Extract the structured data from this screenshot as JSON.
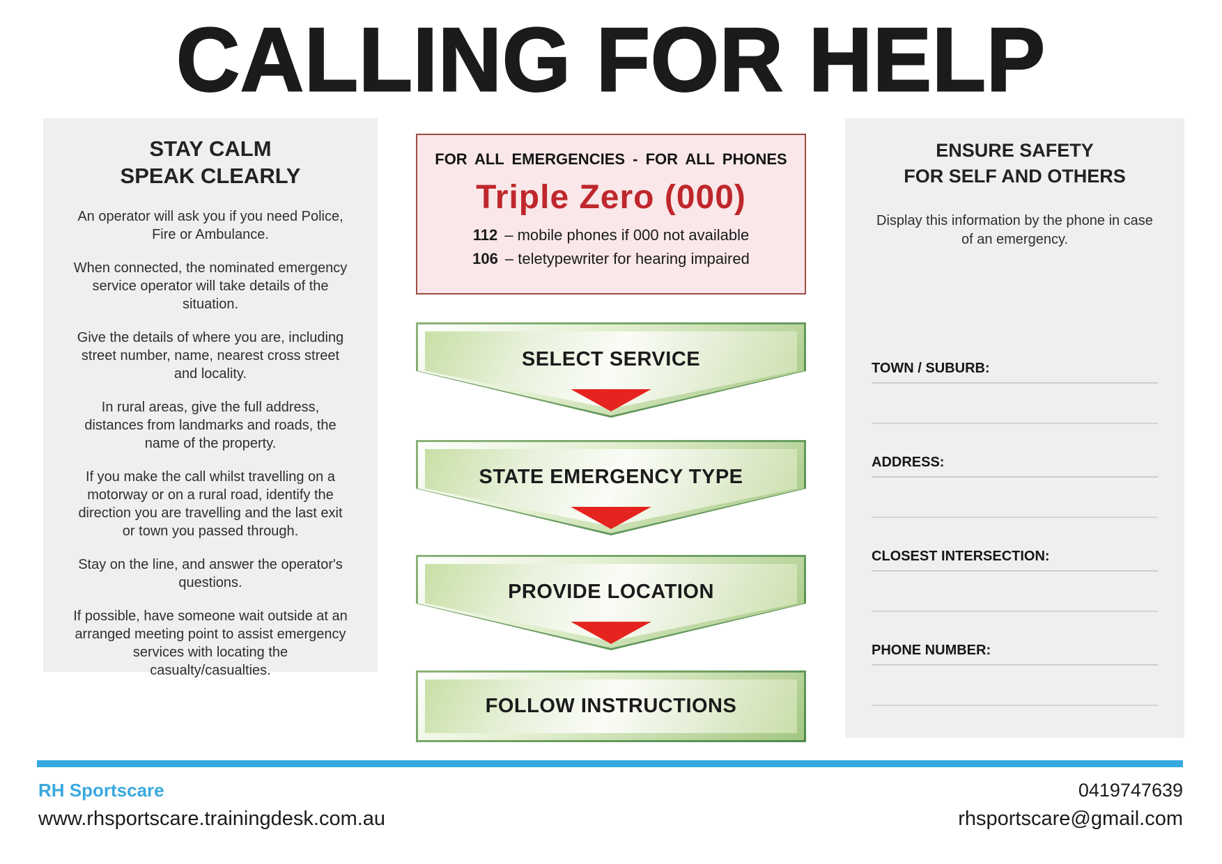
{
  "title": "CALLING FOR HELP",
  "left_panel": {
    "heading_line1": "STAY CALM",
    "heading_line2": "SPEAK CLEARLY",
    "paragraphs": [
      "An operator will ask you if you need Police, Fire or Ambulance.",
      "When connected, the nominated emergency service operator will take details of the situation.",
      "Give the details of where you are, including street number, name, nearest cross street and locality.",
      "In rural areas, give the full address, distances from landmarks and roads, the name of the property.",
      "If you make the call whilst travelling on a motorway or on a rural road, identify the direction you are travelling and the last exit or town you passed through.",
      "Stay on the line, and answer the operator's questions.",
      "If possible, have someone wait outside at an arranged meeting point to assist emergency services with locating the casualty/casualties."
    ]
  },
  "emergency_box": {
    "header": "FOR ALL EMERGENCIES - FOR ALL PHONES",
    "main_number": "Triple Zero (000)",
    "alt_numbers": [
      {
        "number": "112",
        "description": "– mobile phones if 000 not available"
      },
      {
        "number": "106",
        "description": "– teletypewriter for hearing impaired"
      }
    ]
  },
  "steps": [
    {
      "label": "SELECT SERVICE"
    },
    {
      "label": "STATE EMERGENCY TYPE"
    },
    {
      "label": "PROVIDE LOCATION"
    },
    {
      "label": "FOLLOW INSTRUCTIONS"
    }
  ],
  "right_panel": {
    "heading_line1": "ENSURE SAFETY",
    "heading_line2": "FOR SELF AND OTHERS",
    "instruction": "Display this information by the phone in case of an emergency.",
    "fields": [
      {
        "label": "TOWN / SUBURB:"
      },
      {
        "label": "ADDRESS:"
      },
      {
        "label": "CLOSEST INTERSECTION:"
      },
      {
        "label": "PHONE NUMBER:"
      }
    ]
  },
  "footer": {
    "company": "RH Sportscare",
    "website": "www.rhsportscare.trainingdesk.com.au",
    "phone": "0419747639",
    "email": "rhsportscare@gmail.com"
  },
  "colors": {
    "accent_blue": "#36a9e1",
    "emergency_red": "#bf272c",
    "arrow_red": "#e6241f",
    "box_pink": "#f9e7e9",
    "box_border": "#9d4b43",
    "banner_green": "#4f8a4d",
    "panel_gray": "#efeff0"
  }
}
